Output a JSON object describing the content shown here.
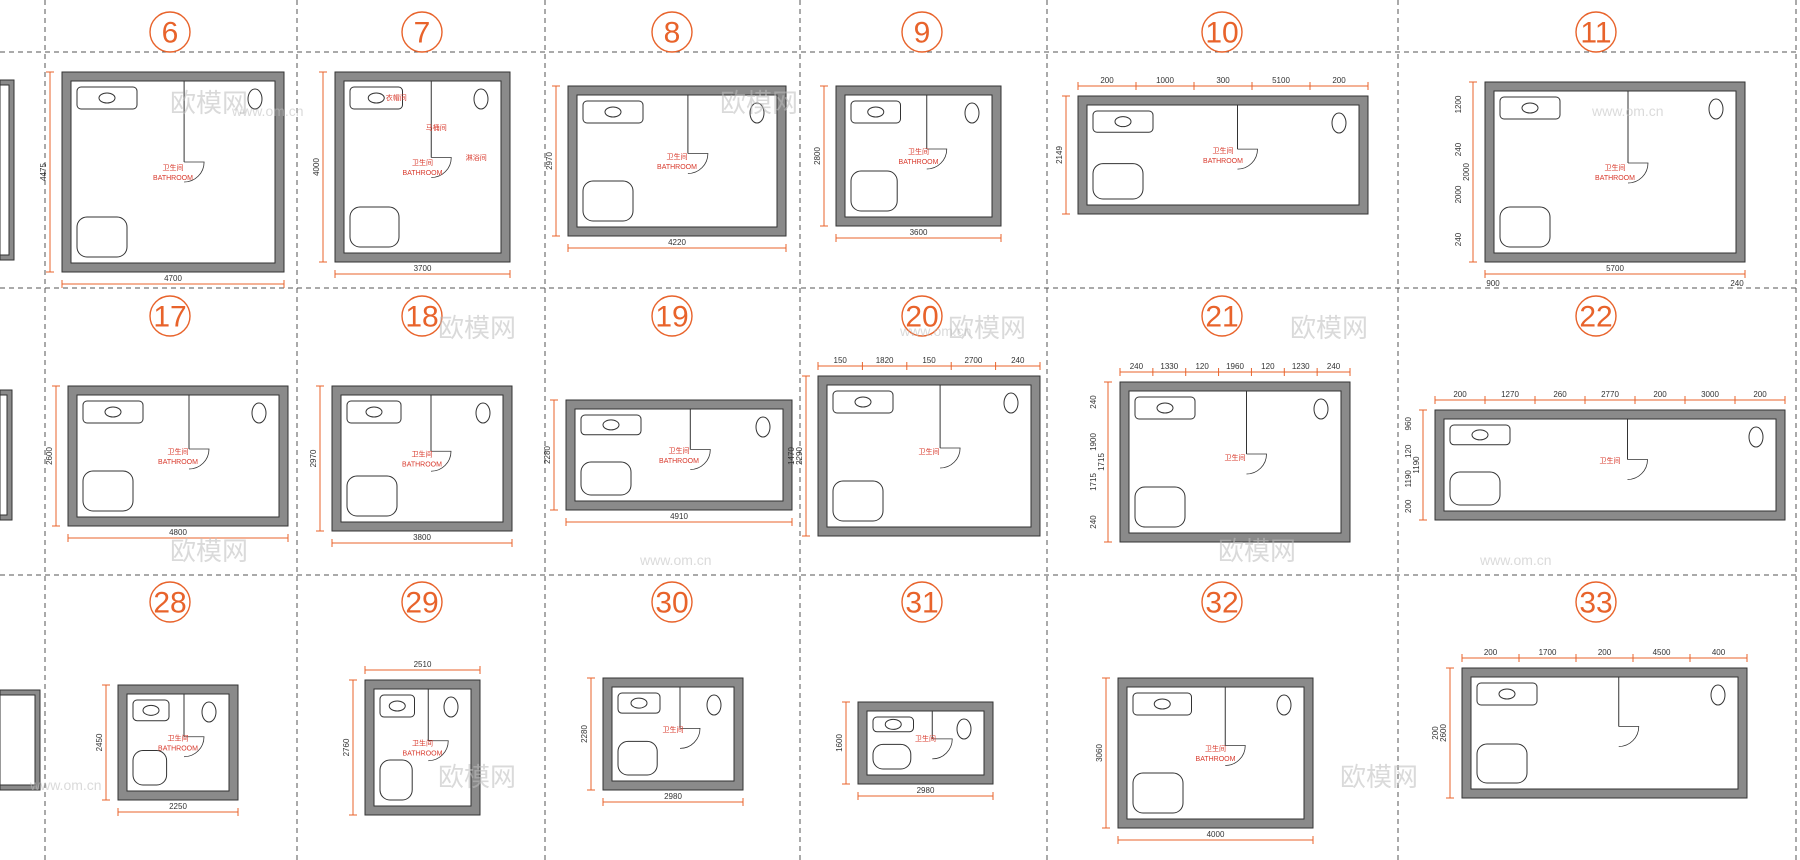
{
  "sheet": {
    "numbers": [
      "6",
      "7",
      "8",
      "9",
      "10",
      "11",
      "17",
      "18",
      "19",
      "20",
      "21",
      "22",
      "28",
      "29",
      "30",
      "31",
      "32",
      "33"
    ]
  },
  "colors": {
    "accent": "#e8632b",
    "wall": "#8a8a8a",
    "line": "#333333",
    "grid": "#555555"
  },
  "cells": [
    {
      "num": "6",
      "room_cn": "卫生间",
      "room_en": "BATHROOM",
      "width_dim": "4700",
      "height_dim": "4475",
      "top_dims": []
    },
    {
      "num": "7",
      "room_cn": "卫生间",
      "room_en": "BATHROOM",
      "width_dim": "3700",
      "height_dim": "4000",
      "top_dims": [],
      "extra_labels": [
        "衣帽间",
        "马桶间",
        "淋浴间"
      ]
    },
    {
      "num": "8",
      "room_cn": "卫生间",
      "room_en": "BATHROOM",
      "width_dim": "4220",
      "height_dim": "2970",
      "top_dims": []
    },
    {
      "num": "9",
      "room_cn": "卫生间",
      "room_en": "BATHROOM",
      "width_dim": "3600",
      "height_dim": "2800",
      "top_dims": []
    },
    {
      "num": "10",
      "room_cn": "卫生间",
      "room_en": "BATHROOM",
      "width_dim": "",
      "height_dim": "2149",
      "top_dims": [
        "200",
        "1000",
        "300",
        "5100",
        "200"
      ]
    },
    {
      "num": "11",
      "room_cn": "卫生间",
      "room_en": "BATHROOM",
      "width_dim": "5700",
      "height_dim": "2000",
      "top_dims": [],
      "side_dims": [
        "1200",
        "240",
        "2000",
        "240"
      ],
      "bottom_dims": [
        "900",
        "240"
      ]
    },
    {
      "num": "17",
      "room_cn": "卫生间",
      "room_en": "BATHROOM",
      "width_dim": "4800",
      "height_dim": "2600",
      "top_dims": []
    },
    {
      "num": "18",
      "room_cn": "卫生间",
      "room_en": "BATHROOM",
      "width_dim": "3800",
      "height_dim": "2970",
      "top_dims": []
    },
    {
      "num": "19",
      "room_cn": "卫生间",
      "room_en": "BATHROOM",
      "width_dim": "4910",
      "height_dim": "2280",
      "top_dims": []
    },
    {
      "num": "20",
      "room_cn": "卫生间",
      "room_en": "",
      "width_dim": "",
      "height_dim": "2290",
      "top_dims": [
        "150",
        "1820",
        "150",
        "2700",
        "240"
      ],
      "side_dims": [
        "1470"
      ]
    },
    {
      "num": "21",
      "room_cn": "卫生间",
      "room_en": "",
      "width_dim": "",
      "height_dim": "1715",
      "top_dims": [
        "240",
        "1330",
        "120",
        "1960",
        "120",
        "1230",
        "240"
      ],
      "side_dims": [
        "240",
        "1900",
        "1715",
        "240"
      ]
    },
    {
      "num": "22",
      "room_cn": "卫生间",
      "room_en": "",
      "width_dim": "",
      "height_dim": "1190",
      "top_dims": [
        "200",
        "1270",
        "260",
        "2770",
        "200",
        "3000",
        "200"
      ],
      "side_dims": [
        "960",
        "120",
        "1190",
        "200"
      ]
    },
    {
      "num": "28",
      "room_cn": "卫生间",
      "room_en": "BATHROOM",
      "width_dim": "2250",
      "height_dim": "2450",
      "top_dims": []
    },
    {
      "num": "29",
      "room_cn": "卫生间",
      "room_en": "BATHROOM",
      "width_dim": "2510",
      "height_dim": "2760",
      "top_dims": [],
      "dim_on_top": true
    },
    {
      "num": "30",
      "room_cn": "卫生间",
      "room_en": "",
      "width_dim": "2980",
      "height_dim": "2280",
      "top_dims": []
    },
    {
      "num": "31",
      "room_cn": "卫生间",
      "room_en": "",
      "width_dim": "2980",
      "height_dim": "1600",
      "top_dims": []
    },
    {
      "num": "32",
      "room_cn": "卫生间",
      "room_en": "BATHROOM",
      "width_dim": "4000",
      "height_dim": "3060",
      "top_dims": []
    },
    {
      "num": "33",
      "room_cn": "",
      "room_en": "",
      "width_dim": "",
      "height_dim": "2600",
      "top_dims": [
        "200",
        "1700",
        "200",
        "4500",
        "400"
      ],
      "side_dims": [
        "200"
      ]
    }
  ],
  "watermarks": {
    "logo_text": "欧模网",
    "url_text": "www.om.cn"
  }
}
